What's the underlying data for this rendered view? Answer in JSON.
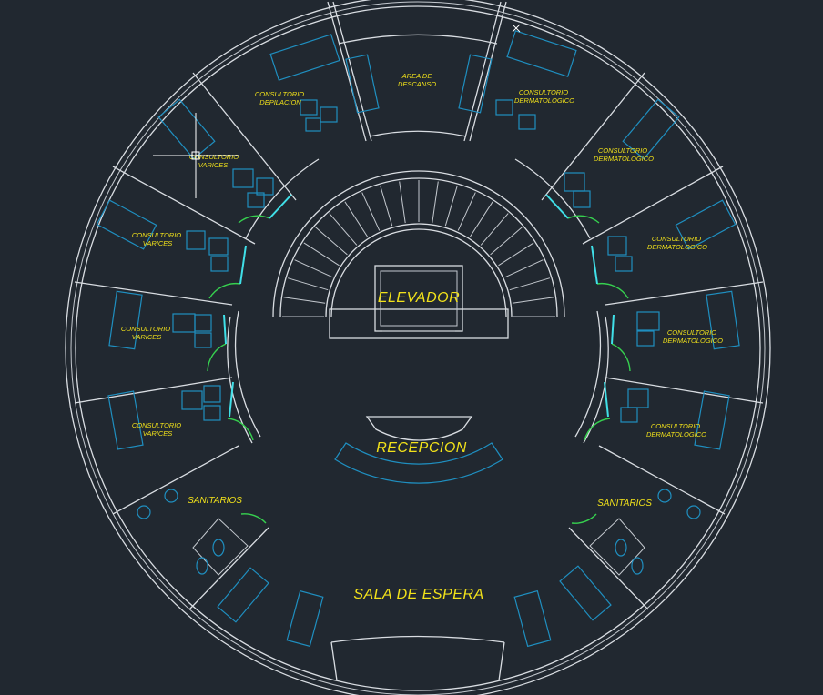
{
  "plan": {
    "colors": {
      "background": "#212830",
      "walls": "#d9dde2",
      "furniture": "#1f8fc0",
      "doors": "#36d14f",
      "door_leaf": "#40e0e8",
      "labels": "#f2e21a"
    },
    "central": {
      "elevator": "ELEVADOR",
      "reception": "RECEPCION",
      "waiting_room": "SALA DE ESPERA",
      "rest_area": [
        "AREA DE",
        "DESCANSO"
      ]
    },
    "rooms": [
      {
        "id": "depilacion",
        "lines": [
          "CONSULTORIO",
          "DEPILACION"
        ]
      },
      {
        "id": "varices-1",
        "lines": [
          "CONSULTORIO",
          "VARICES"
        ]
      },
      {
        "id": "varices-2",
        "lines": [
          "CONSULTORIO",
          "VARICES"
        ]
      },
      {
        "id": "varices-3",
        "lines": [
          "CONSULTORIO",
          "VARICES"
        ]
      },
      {
        "id": "varices-4",
        "lines": [
          "CONSULTORIO",
          "VARICES"
        ]
      },
      {
        "id": "dermatologico-1",
        "lines": [
          "CONSULTORIO",
          "DERMATOLOGICO"
        ]
      },
      {
        "id": "dermatologico-2",
        "lines": [
          "CONSULTORIO",
          "DERMATOLOGICO"
        ]
      },
      {
        "id": "dermatologico-3",
        "lines": [
          "CONSULTORIO",
          "DERMATOLOGICO"
        ]
      },
      {
        "id": "dermatologico-4",
        "lines": [
          "CONSULTORIO",
          "DERMATOLOGICO"
        ]
      },
      {
        "id": "dermatologico-5",
        "lines": [
          "CONSULTORIO",
          "DERMATOLOGICO"
        ]
      },
      {
        "id": "sanitarios-left",
        "lines": [
          "SANITARIOS"
        ]
      },
      {
        "id": "sanitarios-right",
        "lines": [
          "SANITARIOS"
        ]
      }
    ]
  }
}
